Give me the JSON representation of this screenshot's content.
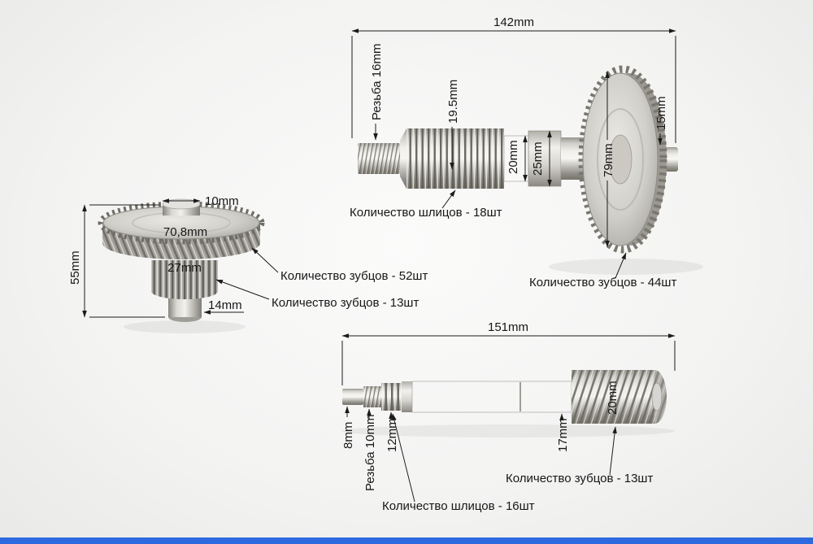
{
  "colors": {
    "bottom_bar": "#2e6adf"
  },
  "top_shaft": {
    "width": "142mm",
    "thread": "Резьба 16mm",
    "spline_len": "19.5mm",
    "shaft_d": "20mm",
    "collar_d": "25mm",
    "gear_d": "79mm",
    "hub_d": "15mm",
    "splines_note": "Количество шлицов - 18шт",
    "teeth_note": "Количество зубцов - 44шт"
  },
  "double_gear": {
    "boss_d": "10mm",
    "gear_d": "70,8mm",
    "small_gear_d": "27mm",
    "hub_d": "14mm",
    "height": "55mm",
    "large_teeth_note": "Количество зубцов - 52шт",
    "small_teeth_note": "Количество зубцов - 13шт"
  },
  "bottom_shaft": {
    "width": "151mm",
    "tip_d": "8mm",
    "thread": "Резьба 10mm",
    "spline_d": "12mm",
    "body_d": "17mm",
    "gear_w": "20mm",
    "teeth_note": "Количество зубцов - 13шт",
    "splines_note": "Количество шлицов - 16шт"
  }
}
